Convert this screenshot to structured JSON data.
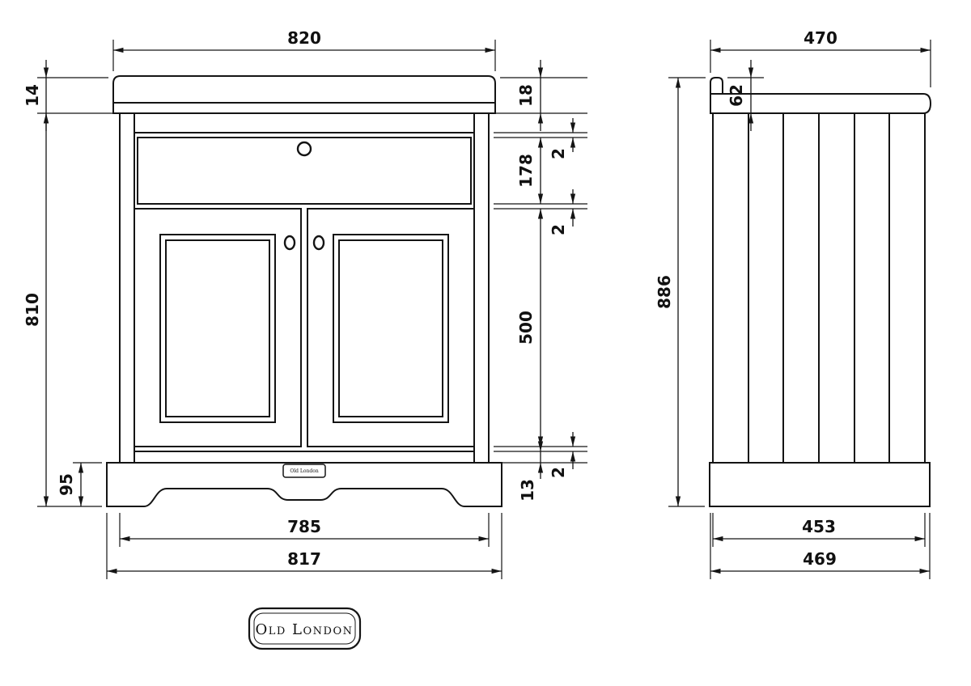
{
  "brand": {
    "logo_text": "Old London",
    "plaque_text": "Old London"
  },
  "front_view": {
    "dims": {
      "top_width": "820",
      "worktop_thickness": "14",
      "worktop_front_edge": "18",
      "gap_above_drawer": "2",
      "drawer_front_height": "178",
      "gap_below_drawer": "2",
      "door_height": "500",
      "gap_below_door": "2",
      "bottom_rail_height": "13",
      "total_height": "810",
      "plinth_height": "95",
      "cabinet_width": "785",
      "overall_width": "817"
    }
  },
  "side_view": {
    "dims": {
      "worktop_depth": "470",
      "worktop_thickness": "62",
      "overall_height": "886",
      "cabinet_depth": "453",
      "plinth_depth": "469"
    }
  }
}
